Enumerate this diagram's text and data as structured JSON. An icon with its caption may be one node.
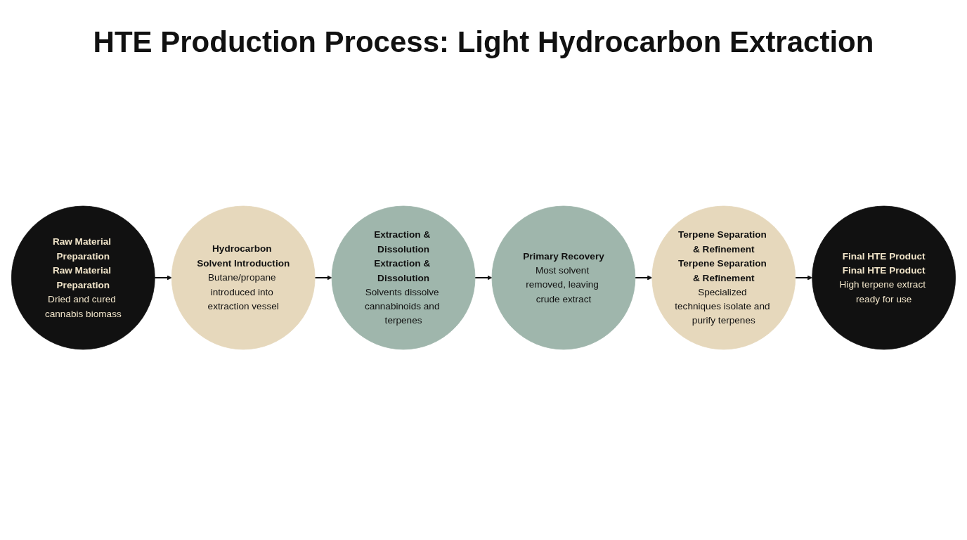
{
  "diagram": {
    "title": "HTE Production Process: Light Hydrocarbon Extraction",
    "nodes": [
      {
        "text": [
          "Raw Material Preparation",
          "Raw Material Preparation",
          "Dried and cured cannabis biomass"
        ]
      },
      {
        "text": [
          "Hydrocarbon Solvent Introduction",
          "Butane/propane introduced into extraction vessel"
        ]
      },
      {
        "text": [
          "Extraction & Dissolution",
          "Extraction & Dissolution",
          "Solvents dissolve cannabinoids and terpenes"
        ]
      },
      {
        "text": [
          "Primary Recovery",
          "Most solvent removed, leaving crude extract"
        ]
      },
      {
        "text": [
          "Terpene Separation & Refinement",
          "Terpene Separation & Refinement",
          "Specialized techniques isolate and purify terpenes"
        ]
      },
      {
        "text": [
          "Final HTE Product",
          "Final HTE Product",
          "High terpene extract ready for use"
        ]
      }
    ],
    "edges": [
      {
        "from": 0,
        "to": 1,
        "arrow": "to"
      },
      {
        "from": 1,
        "to": 2,
        "arrow": "to"
      },
      {
        "from": 2,
        "to": 3,
        "arrow": "to"
      },
      {
        "from": 3,
        "to": 4,
        "arrow": "to"
      },
      {
        "from": 4,
        "to": 5,
        "arrow": "to"
      }
    ]
  }
}
